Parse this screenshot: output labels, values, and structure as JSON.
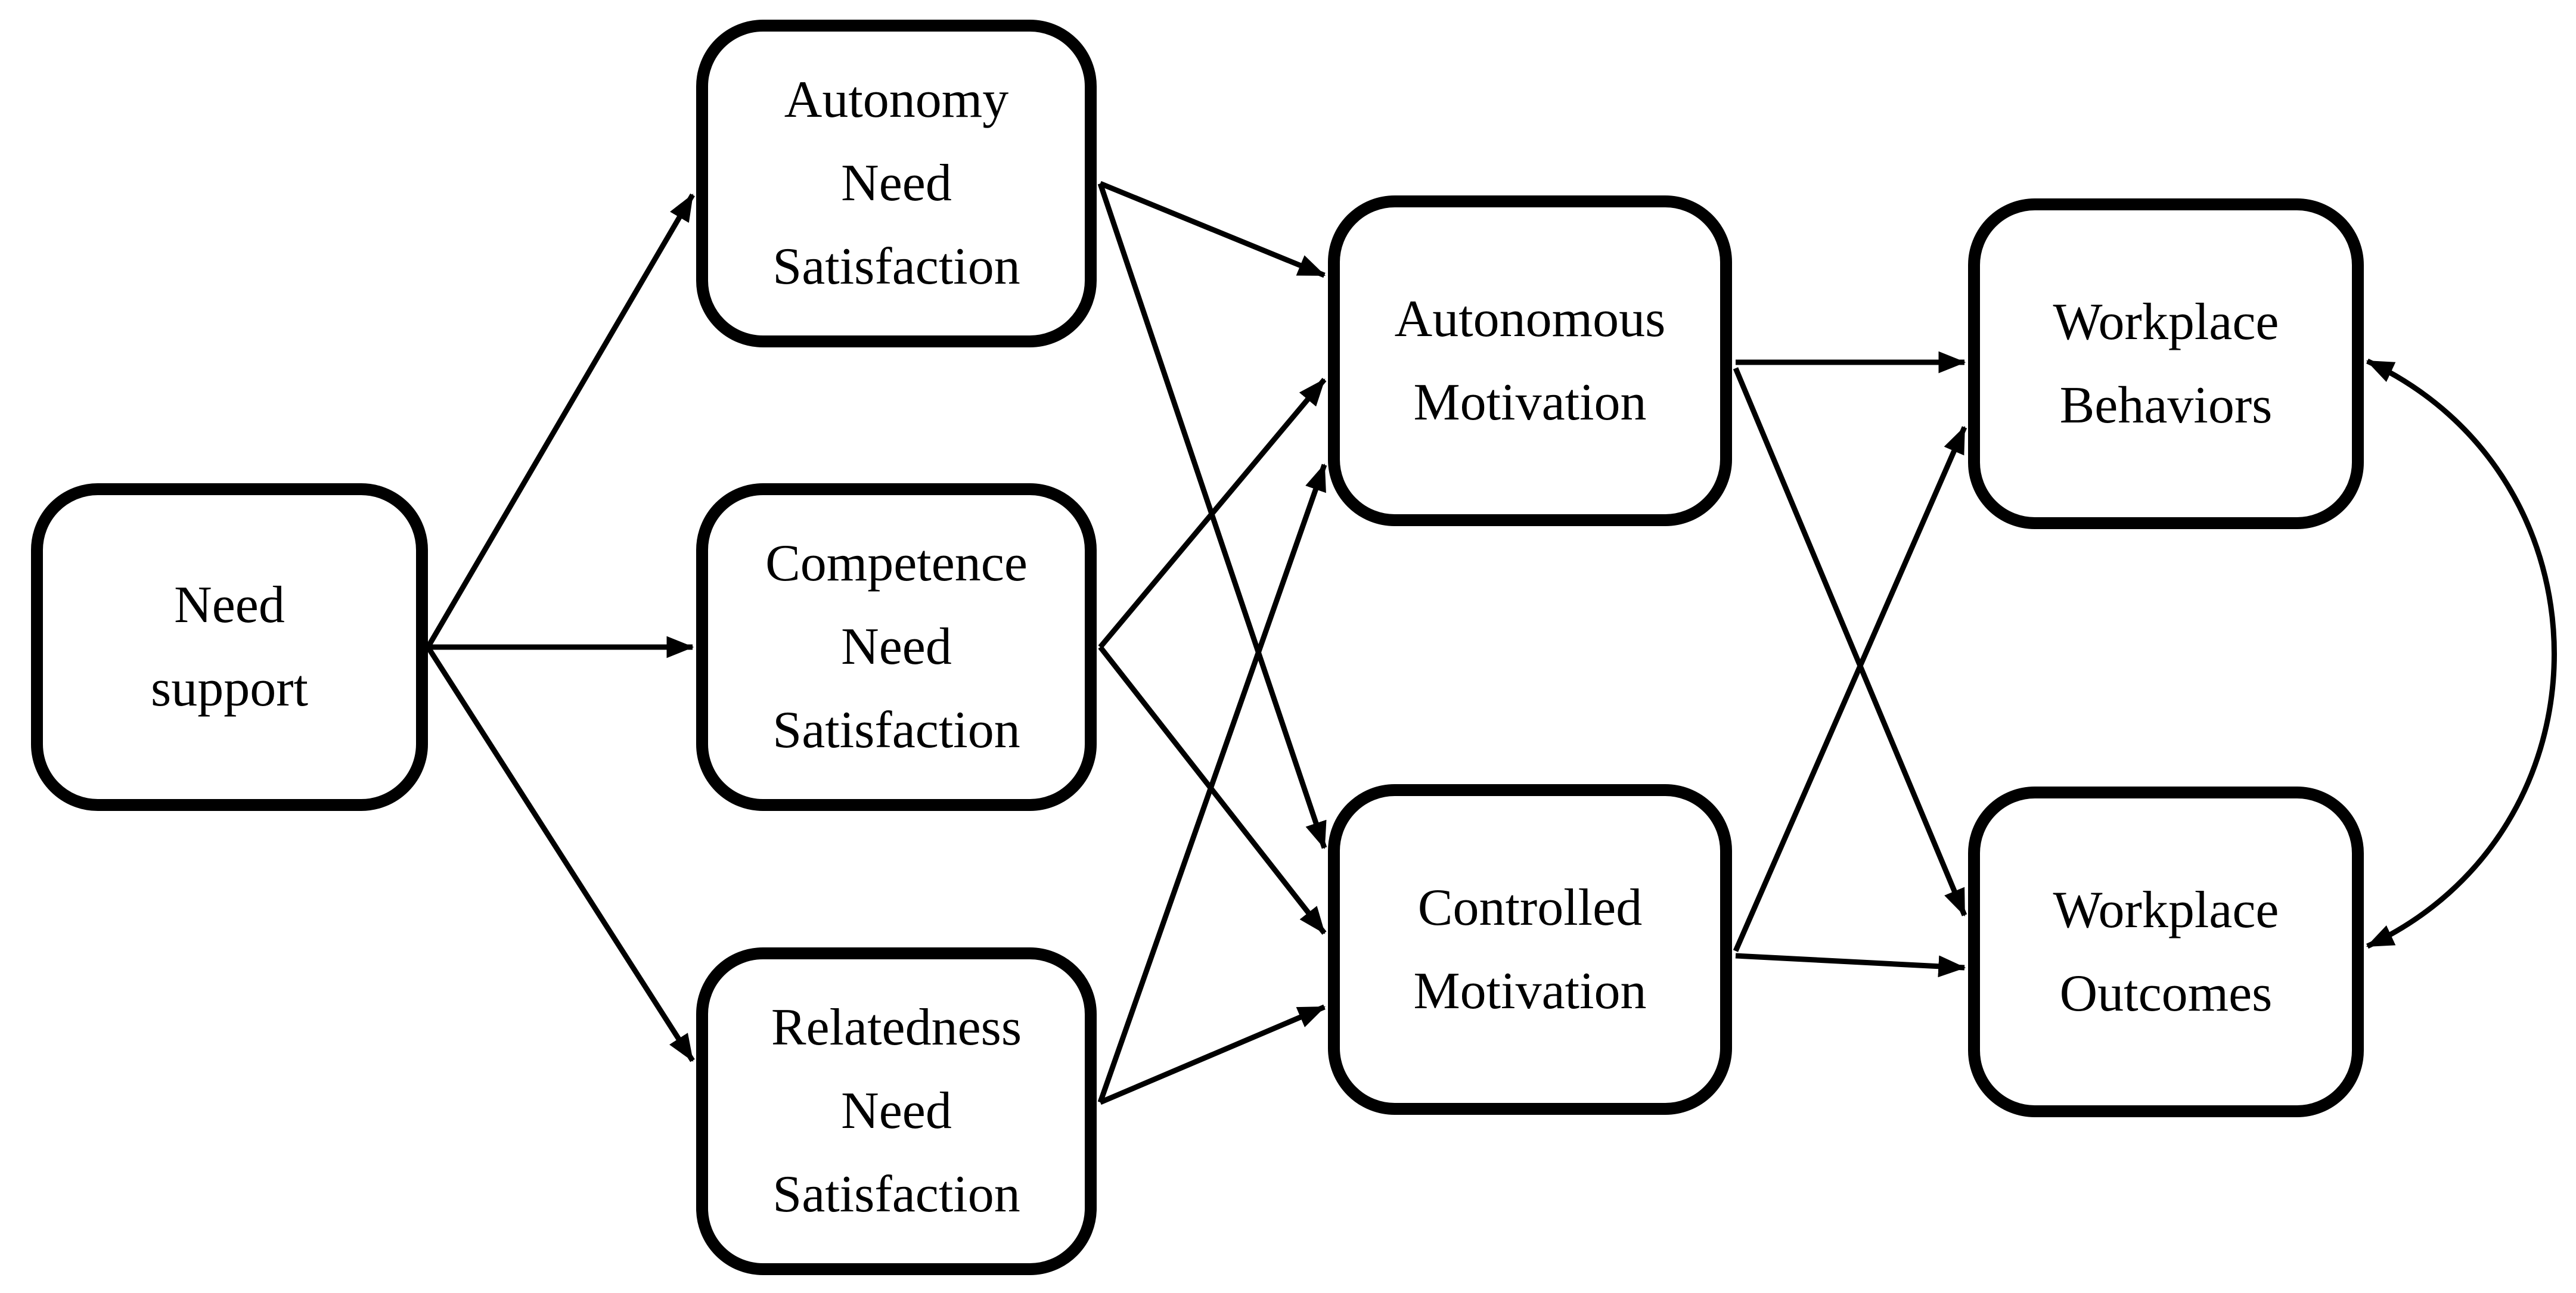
{
  "figure": {
    "background_color": "#ffffff",
    "stroke_color": "#000000",
    "text_color": "#000000"
  },
  "nodes": {
    "need_support": {
      "label": "Need\nsupport"
    },
    "autonomy_need_satisfaction": {
      "label": "Autonomy\nNeed\nSatisfaction"
    },
    "competence_need_satisfaction": {
      "label": "Competence\nNeed\nSatisfaction"
    },
    "relatedness_need_satisfaction": {
      "label": "Relatedness\nNeed\nSatisfaction"
    },
    "autonomous_motivation": {
      "label": "Autonomous\nMotivation"
    },
    "controlled_motivation": {
      "label": "Controlled\nMotivation"
    },
    "workplace_behaviors": {
      "label": "Workplace\nBehaviors"
    },
    "workplace_outcomes": {
      "label": "Workplace\nOutcomes"
    }
  },
  "edges": [
    {
      "from": "need_support",
      "to": "autonomy_need_satisfaction",
      "style": "directed"
    },
    {
      "from": "need_support",
      "to": "competence_need_satisfaction",
      "style": "directed"
    },
    {
      "from": "need_support",
      "to": "relatedness_need_satisfaction",
      "style": "directed"
    },
    {
      "from": "autonomy_need_satisfaction",
      "to": "autonomous_motivation",
      "style": "directed"
    },
    {
      "from": "autonomy_need_satisfaction",
      "to": "controlled_motivation",
      "style": "directed"
    },
    {
      "from": "competence_need_satisfaction",
      "to": "autonomous_motivation",
      "style": "directed"
    },
    {
      "from": "competence_need_satisfaction",
      "to": "controlled_motivation",
      "style": "directed"
    },
    {
      "from": "relatedness_need_satisfaction",
      "to": "autonomous_motivation",
      "style": "directed"
    },
    {
      "from": "relatedness_need_satisfaction",
      "to": "controlled_motivation",
      "style": "directed"
    },
    {
      "from": "autonomous_motivation",
      "to": "workplace_behaviors",
      "style": "directed"
    },
    {
      "from": "autonomous_motivation",
      "to": "workplace_outcomes",
      "style": "directed"
    },
    {
      "from": "controlled_motivation",
      "to": "workplace_behaviors",
      "style": "directed"
    },
    {
      "from": "controlled_motivation",
      "to": "workplace_outcomes",
      "style": "directed"
    },
    {
      "from": "workplace_behaviors",
      "to": "workplace_outcomes",
      "style": "bidirectional-curve"
    }
  ]
}
